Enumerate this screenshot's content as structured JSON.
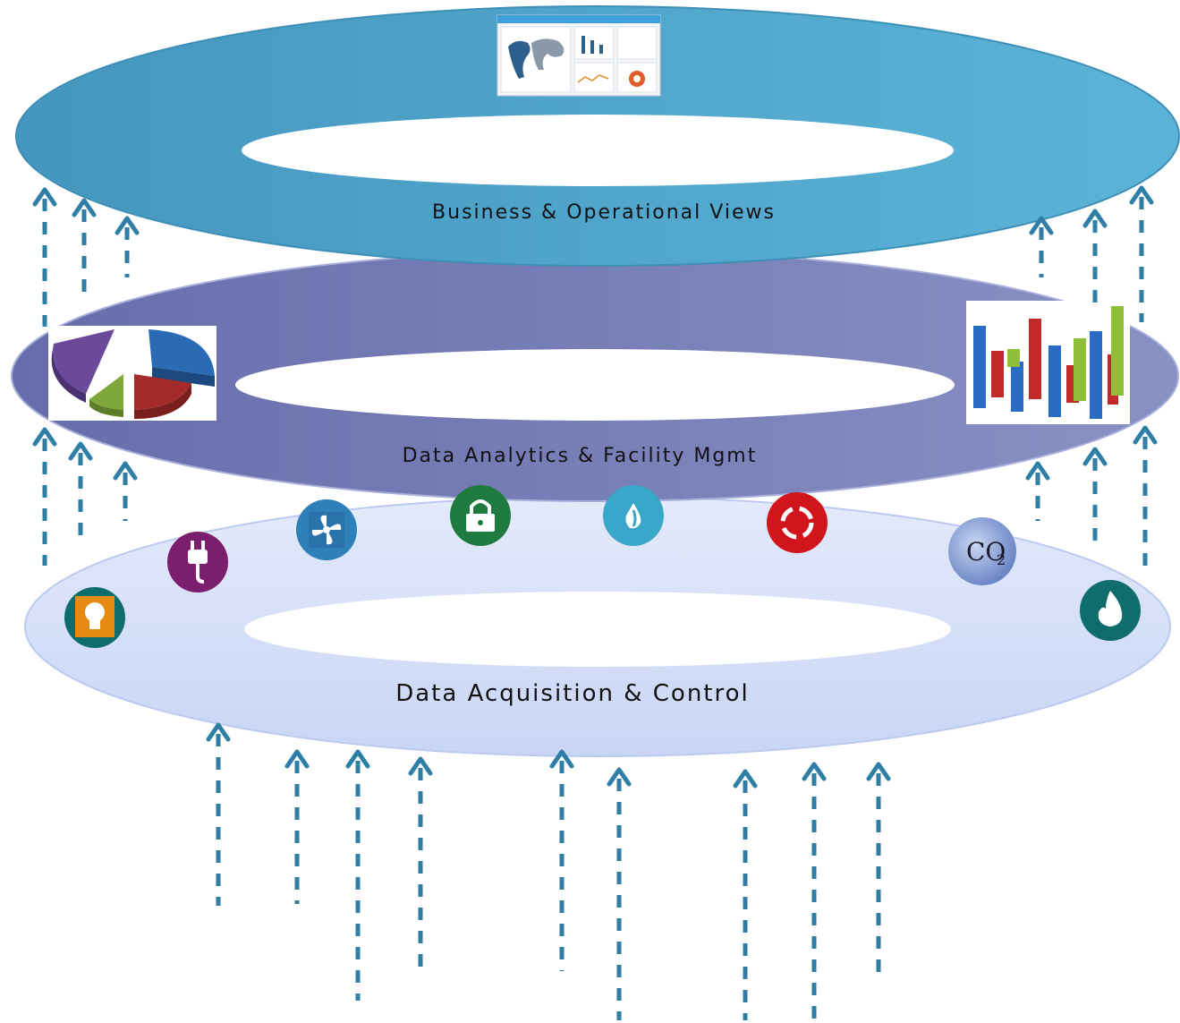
{
  "layers": {
    "top": {
      "label": "Business & Operational Views",
      "color": "#4BA3C8"
    },
    "middle": {
      "label": "Data Analytics & Facility Mgmt",
      "color": "#7278B4"
    },
    "bottom": {
      "label": "Data Acquisition & Control",
      "color": "#D3DCF7"
    }
  },
  "sensor_icons": [
    {
      "name": "light-bulb-icon",
      "color": "#E58A12",
      "ring": "#0F6D6D"
    },
    {
      "name": "power-plug-icon",
      "color": "#7B1E6E",
      "ring": "#7B1E6E"
    },
    {
      "name": "fan-icon",
      "color": "#2F7FB8",
      "ring": "#2F7FB8"
    },
    {
      "name": "lock-icon",
      "color": "#1E7A3E",
      "ring": "#1E7A3E"
    },
    {
      "name": "water-drop-icon",
      "color": "#3AA6C9",
      "ring": "#3AA6C9"
    },
    {
      "name": "recycle-icon",
      "color": "#D0161C",
      "ring": "#D0161C"
    },
    {
      "name": "co2-globe-icon",
      "color": "#8EA4D6",
      "ring": "#8EA4D6",
      "text": "CO2"
    },
    {
      "name": "flame-icon",
      "color": "#E58A12",
      "ring": "#0F6D6D"
    }
  ],
  "colors": {
    "arrow": "#2E7EA6",
    "bar_blue": "#2A6BC4",
    "bar_red": "#C22A2A",
    "bar_green": "#8FBF3A",
    "pie_purple": "#6B4A9C",
    "pie_blue": "#2B6BB5",
    "pie_red": "#A52A2A",
    "pie_green": "#7FA83A"
  }
}
